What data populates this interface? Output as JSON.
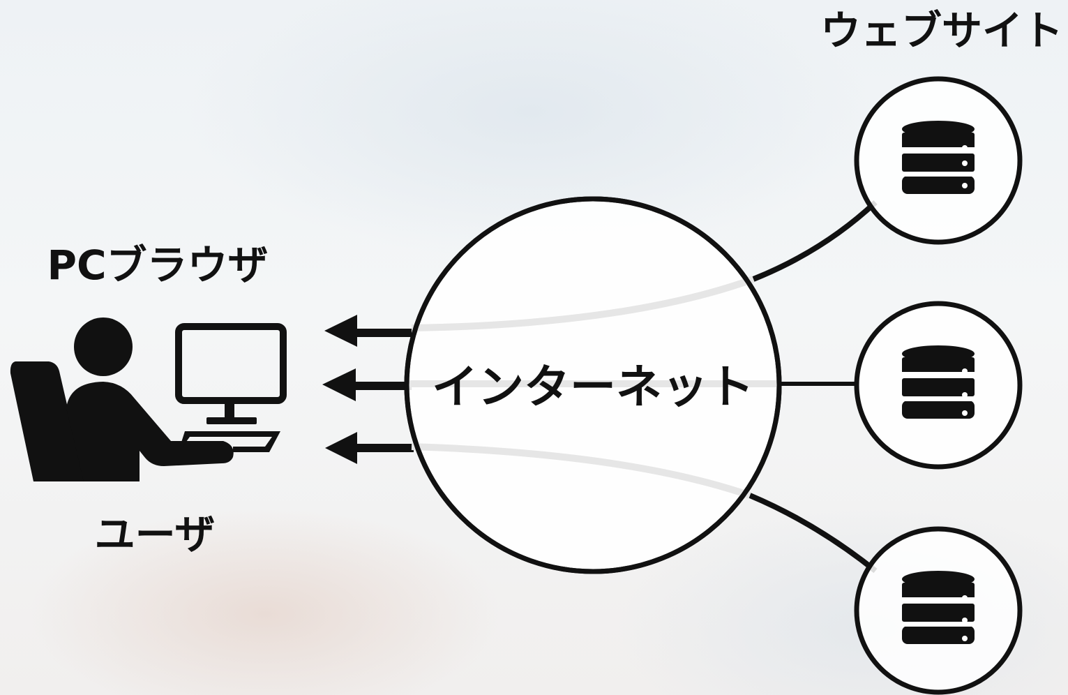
{
  "labels": {
    "websites": "ウェブサイト",
    "pc_browser": "PCブラウザ",
    "internet": "インターネット",
    "user": "ユーザ"
  },
  "colors": {
    "ink": "#111111",
    "internet_fill": "#ffffff",
    "faint_route": "#e6e6e6"
  },
  "icons": {
    "user": "user-at-computer-icon",
    "server": "database-server-icon",
    "arrow": "arrow-left-icon"
  }
}
